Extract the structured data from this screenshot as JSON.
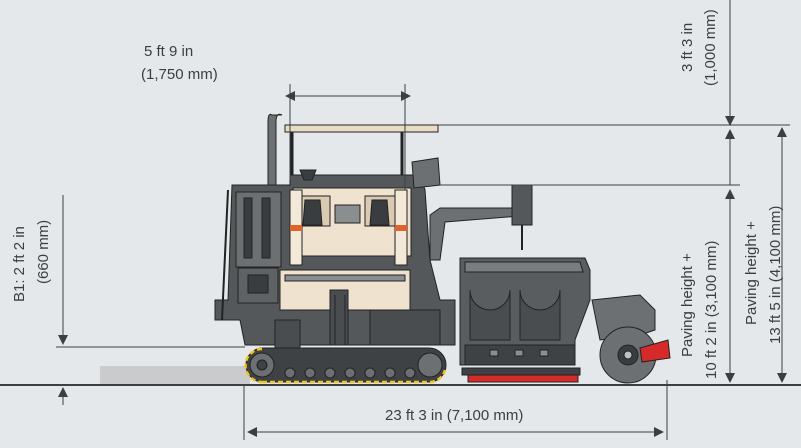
{
  "dimensions": {
    "top_width": {
      "line1": "5 ft 9 in",
      "line2": "(1,750 mm)"
    },
    "roof_height": {
      "line1": "3 ft 3 in",
      "line2": "(1,000 mm)"
    },
    "b1": {
      "line1": "B1: 2 ft 2 in",
      "line2": "(660 mm)"
    },
    "transport_height": {
      "line1": "Paving height +",
      "line2": "10 ft 2 in (3,100 mm)"
    },
    "max_height": {
      "line1": "Paving height +",
      "line2": "13 ft 5 in (4,100 mm)"
    },
    "length": {
      "label": "23 ft 3 in (7,100 mm)"
    }
  },
  "colors": {
    "background": "#e4e8ea",
    "dimension_line": "#3a3f44",
    "machine_dark": "#55585b",
    "machine_outline": "#222222",
    "canopy": "#e9dcc6",
    "screed_rail": "#d62a2a",
    "track_highlight": "#f0c61e",
    "orange_stripe": "#e0622c"
  }
}
